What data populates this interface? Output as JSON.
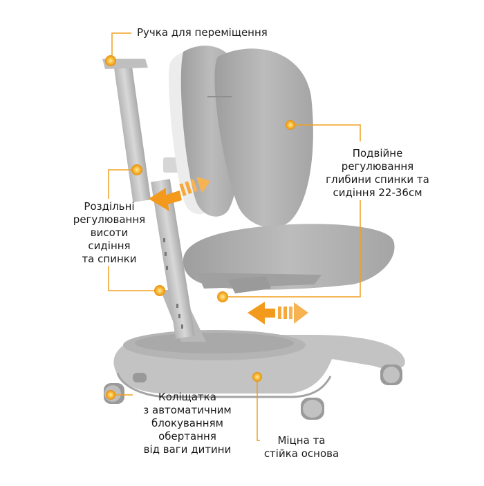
{
  "labels": {
    "handle": "Ручка для переміщення",
    "depth": [
      "Подвійне",
      "регулювання",
      "глибини спинки та",
      "сидіння 22-36см"
    ],
    "height": [
      "Роздільні",
      "регулювання",
      "висоти",
      "сидіння",
      "та спинки"
    ],
    "casters": [
      "Коліщатка",
      "з автоматичним",
      "блокуванням",
      "обертання",
      "від ваги дитини"
    ],
    "base": [
      "Міцна та",
      "стійка основа"
    ]
  },
  "colors": {
    "accent": "#f5a623",
    "chair": "#c9c9c9",
    "chair_dark": "#a8a8a8",
    "line": "#f0a020"
  }
}
